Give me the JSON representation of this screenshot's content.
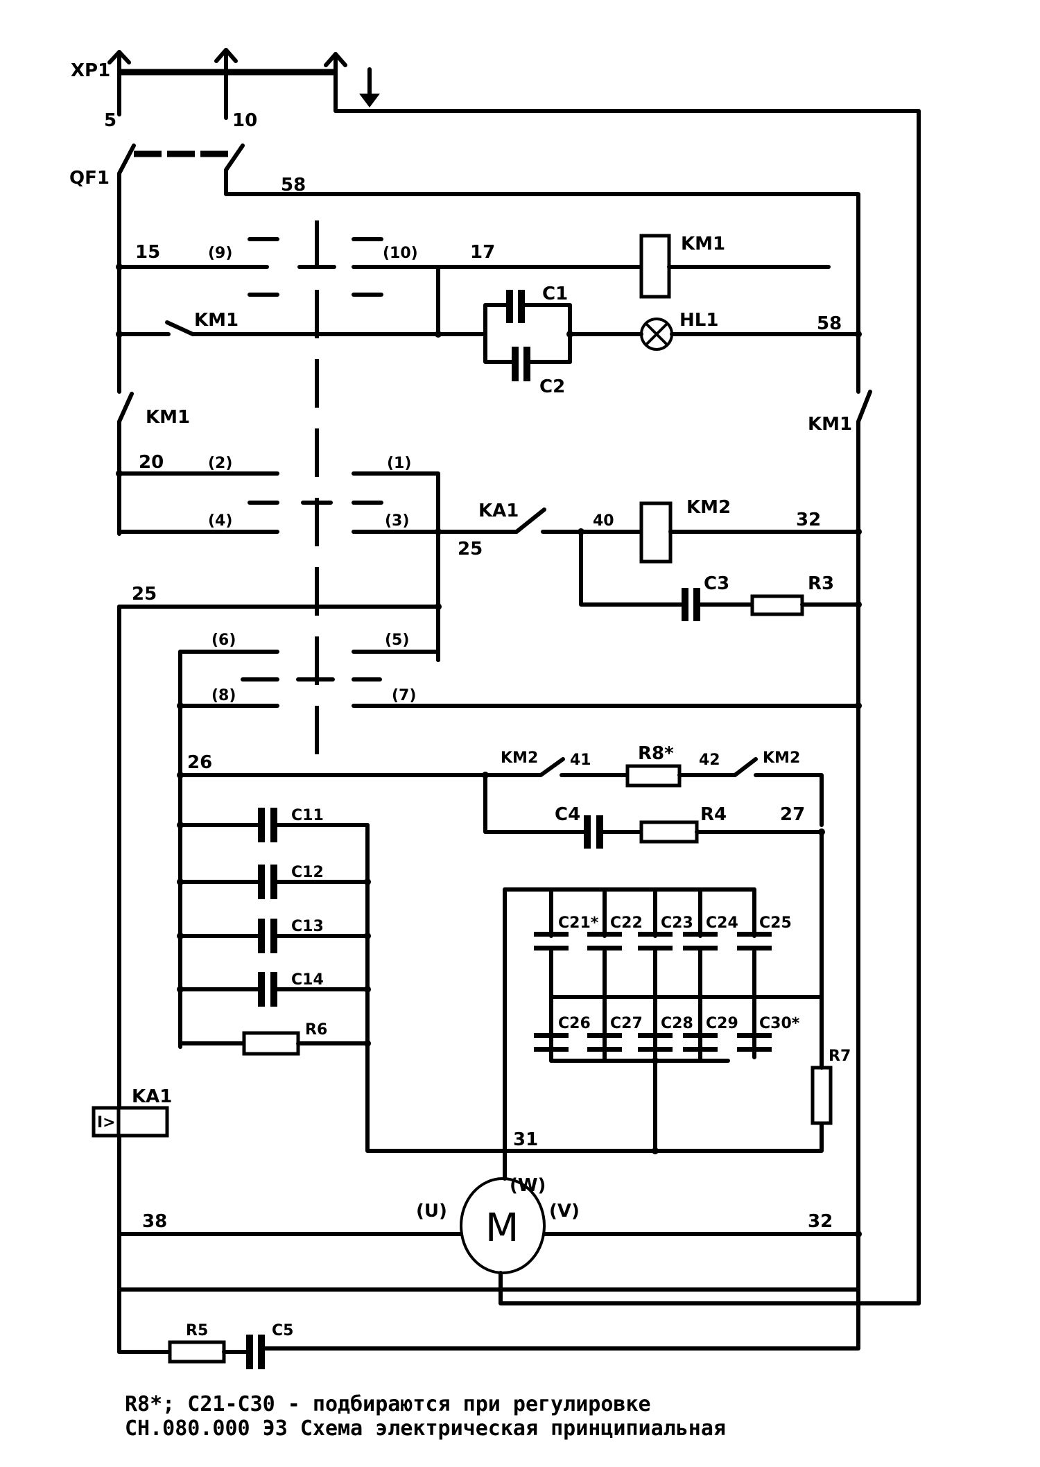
{
  "title": "СН.080.000 ЭЗ Схема электрическая принципиальная",
  "connector": {
    "ref": "XP1",
    "pins": [
      "5",
      "10"
    ]
  },
  "breaker": {
    "ref": "QF1"
  },
  "switch_contacts": [
    "(1)",
    "(2)",
    "(3)",
    "(4)",
    "(5)",
    "(6)",
    "(7)",
    "(8)",
    "(9)",
    "(10)"
  ],
  "nets": {
    "n5": "5",
    "n10": "10",
    "n15": "15",
    "n17": "17",
    "n20": "20",
    "n25a": "25",
    "n25b": "25",
    "n26": "26",
    "n27": "27",
    "n31": "31",
    "n32a": "32",
    "n32b": "32",
    "n38": "38",
    "n40": "40",
    "n41": "41",
    "n42": "42",
    "n58a": "58",
    "n58b": "58"
  },
  "components": {
    "km1_coil": "KM1",
    "km1_contact_a": "KM1",
    "km1_contact_b": "KM1",
    "km1_contact_c": "KM1",
    "km2_coil": "KM2",
    "km2_contact_a": "KM2",
    "km2_contact_b": "KM2",
    "ka1_contact": "KA1",
    "ka1_relay": "KA1",
    "ka1_symbol": "I>",
    "hl1": "HL1",
    "c1": "C1",
    "c2": "C2",
    "c3": "C3",
    "c4": "C4",
    "c5": "C5",
    "c11": "C11",
    "c12": "C12",
    "c13": "C13",
    "c14": "C14",
    "c21": "C21*",
    "c22": "C22",
    "c23": "C23",
    "c24": "C24",
    "c25": "C25",
    "c26": "C26",
    "c27": "C27",
    "c28": "C28",
    "c29": "C29",
    "c30": "C30*",
    "r3": "R3",
    "r4": "R4",
    "r5": "R5",
    "r6": "R6",
    "r7": "R7",
    "r8": "R8*",
    "motor": "M",
    "motor_u": "(U)",
    "motor_v": "(V)",
    "motor_w": "(W)"
  },
  "notes": {
    "line1": "R8*; C21-C30 - подбираются при регулировке",
    "line2": "СН.080.000 ЭЗ Схема электрическая принципиальная"
  }
}
